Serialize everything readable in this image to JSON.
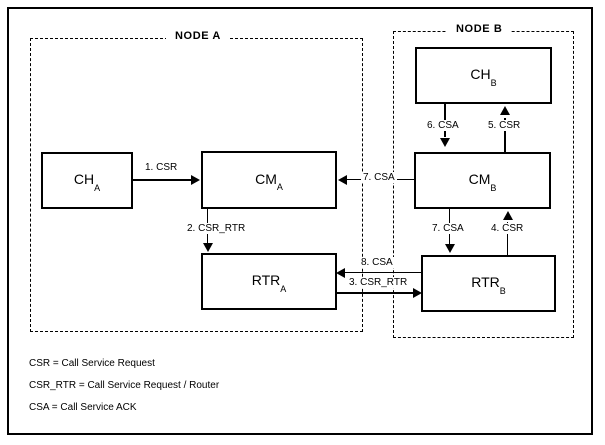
{
  "diagram": {
    "title": "Call Service Request flow between Node A and Node B",
    "nodes": [
      {
        "id": "node-a",
        "label": "NODE A"
      },
      {
        "id": "node-b",
        "label": "NODE B"
      }
    ],
    "boxes": [
      {
        "id": "ch-a",
        "base": "CH",
        "sub": "A",
        "node": "node-a"
      },
      {
        "id": "cm-a",
        "base": "CM",
        "sub": "A",
        "node": "node-a"
      },
      {
        "id": "rtr-a",
        "base": "RTR",
        "sub": "A",
        "node": "node-a"
      },
      {
        "id": "ch-b",
        "base": "CH",
        "sub": "B",
        "node": "node-b"
      },
      {
        "id": "cm-b",
        "base": "CM",
        "sub": "B",
        "node": "node-b"
      },
      {
        "id": "rtr-b",
        "base": "RTR",
        "sub": "B",
        "node": "node-b"
      }
    ],
    "flows": [
      {
        "step": 1,
        "label": "1. CSR",
        "from": "ch-a",
        "to": "cm-a",
        "direction": "right"
      },
      {
        "step": 2,
        "label": "2. CSR_RTR",
        "from": "cm-a",
        "to": "rtr-a",
        "direction": "down"
      },
      {
        "step": 3,
        "label": "3. CSR_RTR",
        "from": "rtr-a",
        "to": "rtr-b",
        "direction": "right"
      },
      {
        "step": 4,
        "label": "4. CSR",
        "from": "rtr-b",
        "to": "cm-b",
        "direction": "up"
      },
      {
        "step": 5,
        "label": "5. CSR",
        "from": "cm-b",
        "to": "ch-b",
        "direction": "up"
      },
      {
        "step": 6,
        "label": "6. CSA",
        "from": "ch-b",
        "to": "cm-b",
        "direction": "down"
      },
      {
        "step": 7,
        "label": "7. CSA",
        "from": "cm-b",
        "to": "rtr-b",
        "direction": "down"
      },
      {
        "step": 8,
        "label": "7. CSA",
        "from": "cm-b",
        "to": "cm-a",
        "direction": "left"
      },
      {
        "step": 9,
        "label": "8. CSA",
        "from": "rtr-b",
        "to": "rtr-a",
        "direction": "left"
      }
    ],
    "legend": [
      {
        "abbr": "CSR",
        "text": "CSR = Call Service Request"
      },
      {
        "abbr": "CSR_RTR",
        "text": "CSR_RTR = Call Service Request / Router"
      },
      {
        "abbr": "CSA",
        "text": "CSA = Call Service ACK"
      }
    ],
    "colors": {
      "line": "#000000",
      "background": "#ffffff"
    }
  }
}
